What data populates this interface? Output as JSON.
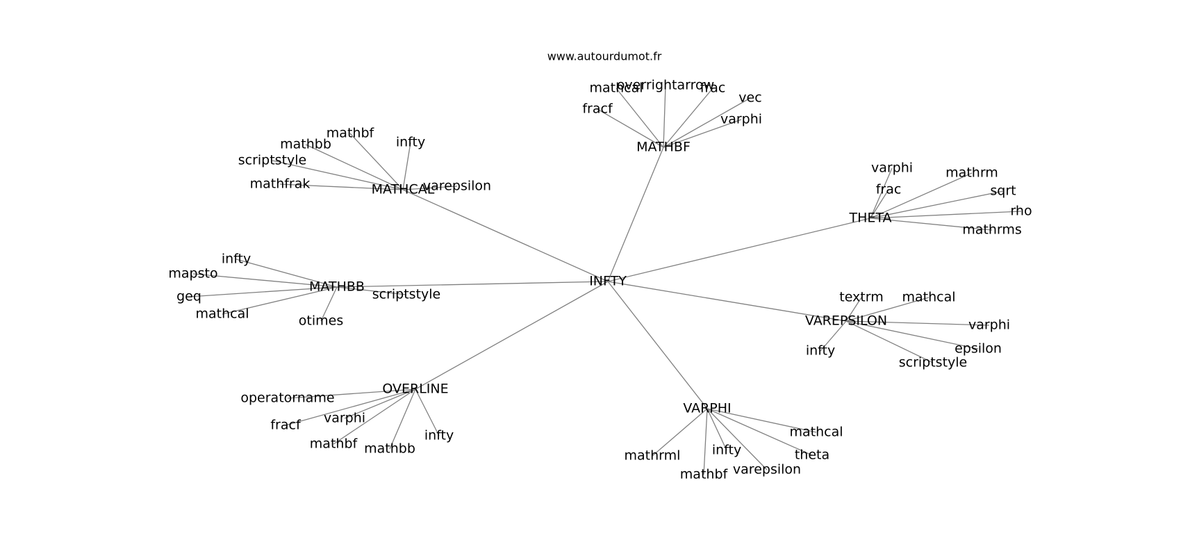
{
  "source_text": "www.autourdumot.fr",
  "graph": {
    "center": "INFTY",
    "branches": [
      {
        "id": "mathbf-hub",
        "label": "MATHBF",
        "leaves": [
          "mathcal",
          "overrightarrow",
          "frac",
          "vec",
          "fracf",
          "varphi"
        ]
      },
      {
        "id": "mathcal-hub",
        "label": "MATHCAL",
        "leaves": [
          "mathbf",
          "mathbb",
          "infty",
          "scriptstyle",
          "mathfrak",
          "varepsilon"
        ]
      },
      {
        "id": "theta-hub",
        "label": "THETA",
        "leaves": [
          "varphi",
          "mathrm",
          "frac",
          "sqrt",
          "rho",
          "mathrms"
        ]
      },
      {
        "id": "mathbb-hub",
        "label": "MATHBB",
        "leaves": [
          "infty",
          "mapsto",
          "geq",
          "mathcal",
          "otimes",
          "scriptstyle"
        ]
      },
      {
        "id": "varepsilon-hub",
        "label": "VAREPSILON",
        "leaves": [
          "textrm",
          "mathcal",
          "varphi",
          "infty",
          "epsilon",
          "scriptstyle"
        ]
      },
      {
        "id": "overline-hub",
        "label": "OVERLINE",
        "leaves": [
          "operatorname",
          "varphi",
          "fracf",
          "infty",
          "mathbf",
          "mathbb"
        ]
      },
      {
        "id": "varphi-hub",
        "label": "VARPHI",
        "leaves": [
          "mathcal",
          "theta",
          "infty",
          "mathrml",
          "varepsilon",
          "mathbf"
        ]
      }
    ]
  }
}
